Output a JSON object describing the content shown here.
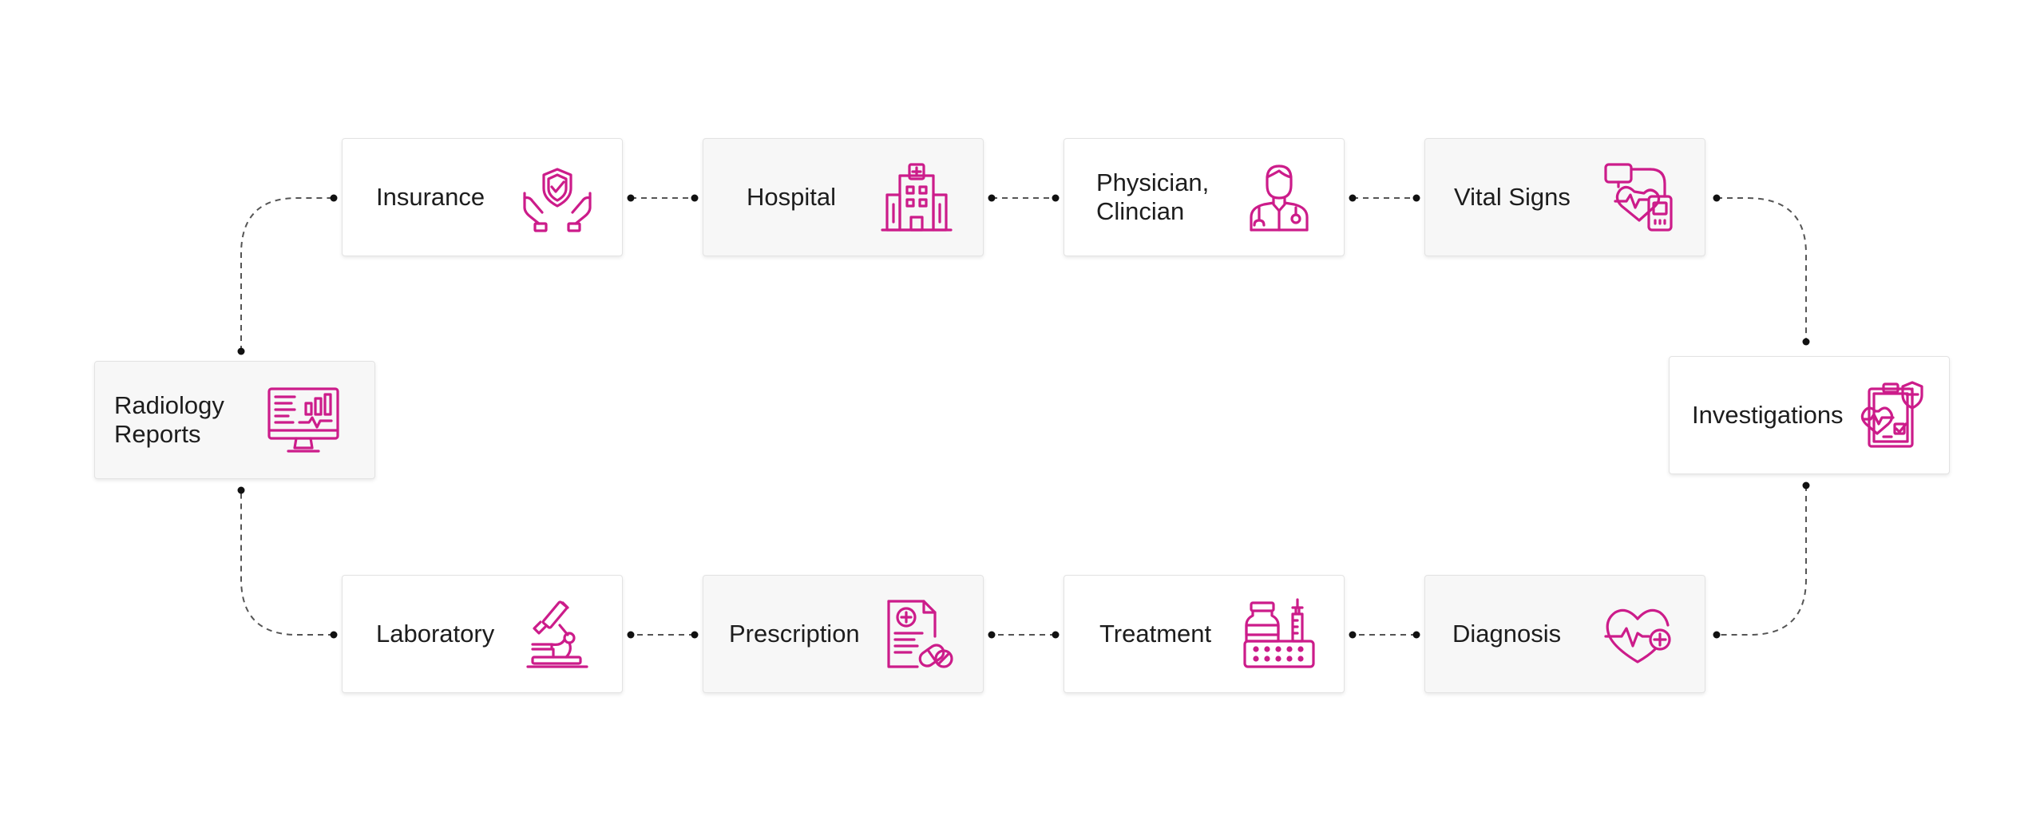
{
  "nodes": {
    "insurance": "Insurance",
    "hospital": "Hospital",
    "physician": "Physician,\nClincian",
    "vital_signs": "Vital Signs",
    "radiology": "Radiology\nReports",
    "investigations": "Investigations",
    "laboratory": "Laboratory",
    "prescription": "Prescription",
    "treatment": "Treatment",
    "diagnosis": "Diagnosis"
  },
  "icons": {
    "insurance": "shield-hands-icon",
    "hospital": "hospital-building-icon",
    "physician": "doctor-icon",
    "vital_signs": "vital-signs-monitor-icon",
    "radiology": "radiology-monitor-icon",
    "investigations": "clipboard-heart-shield-icon",
    "laboratory": "microscope-icon",
    "prescription": "prescription-pills-icon",
    "treatment": "medicine-syringe-icon",
    "diagnosis": "heart-plus-icon"
  },
  "colors": {
    "accent": "#cc1c8a",
    "connector": "#555555",
    "dot": "#111111",
    "card_white": "#ffffff",
    "card_grey": "#f7f7f7"
  }
}
